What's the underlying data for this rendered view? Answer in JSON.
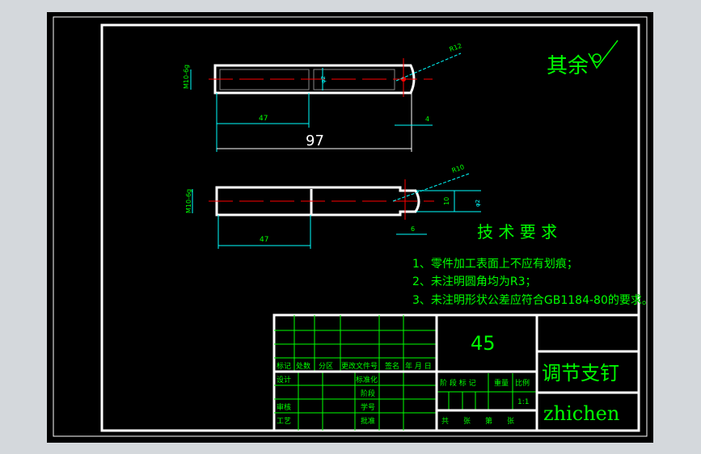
{
  "colors": {
    "background": "#000000",
    "border": "#ffffff",
    "text": "#00ff00",
    "dimension": "#00ffff",
    "centerline": "#ff0000",
    "page": "#d4d8dc"
  },
  "roughness": {
    "label": "其余",
    "icon": "surface-roughness-icon"
  },
  "view1": {
    "dim_left": "M10-6g",
    "dim_47": "47",
    "dim_97": "97",
    "dim_4": "4",
    "dim_dia": "φ2",
    "dim_radius": "R12"
  },
  "view2": {
    "dim_left": "M10-6g",
    "dim_47": "47",
    "dim_6": "6",
    "dim_10": "10",
    "dim_dia": "φ2",
    "dim_radius": "R10"
  },
  "requirements": {
    "title": "技 术 要 求",
    "items": [
      "1、零件加工表面上不应有划痕；",
      "2、未注明圆角均为R3；",
      "3、未注明形状公差应符合GB1184-80的要求。"
    ]
  },
  "title_block": {
    "rev_headers": [
      "标记",
      "处数",
      "分区",
      "更改文件号",
      "签名",
      "年 月 日"
    ],
    "left_labels": [
      "设计",
      "标准化",
      "审核",
      "工艺",
      "阶段",
      "学号",
      "批准"
    ],
    "material": "45",
    "stage_header": "阶 段 标 记",
    "weight_header": "重量",
    "scale_header": "比例",
    "scale": "1:1",
    "sheet": "共　　张　　第　　张",
    "part_name": "调节支钉",
    "company": "zhichen"
  }
}
